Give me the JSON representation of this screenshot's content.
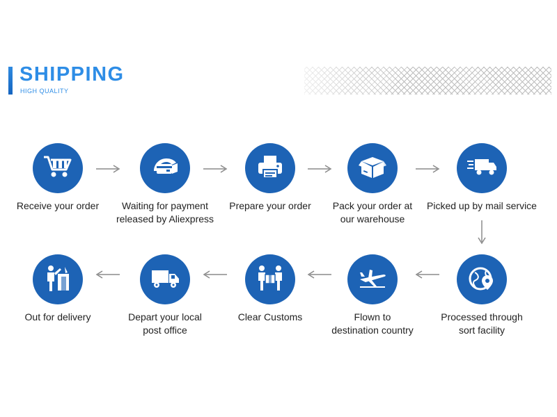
{
  "header": {
    "title": "SHIPPING",
    "subtitle": "HIGH QUALITY"
  },
  "colors": {
    "accent": "#2e8de6",
    "circle": "#1d63b5",
    "arrow": "#8a8a8a"
  },
  "steps": [
    {
      "label": "Receive your order",
      "icon": "shopping-cart-icon"
    },
    {
      "label": "Waiting for payment\nreleased by Aliexpress",
      "icon": "payment-card-icon"
    },
    {
      "label": "Prepare your order",
      "icon": "printer-icon"
    },
    {
      "label": "Pack your order at\nour warehouse",
      "icon": "package-box-icon"
    },
    {
      "label": "Picked up by mail service",
      "icon": "fast-delivery-truck-icon"
    },
    {
      "label": "Processed through\nsort facility",
      "icon": "globe-location-icon"
    },
    {
      "label": "Flown to\ndestination country",
      "icon": "airplane-icon"
    },
    {
      "label": "Clear Customs",
      "icon": "customs-officers-icon"
    },
    {
      "label": "Depart your local\npost office",
      "icon": "delivery-truck-icon"
    },
    {
      "label": "Out for delivery",
      "icon": "delivery-person-icon"
    }
  ]
}
